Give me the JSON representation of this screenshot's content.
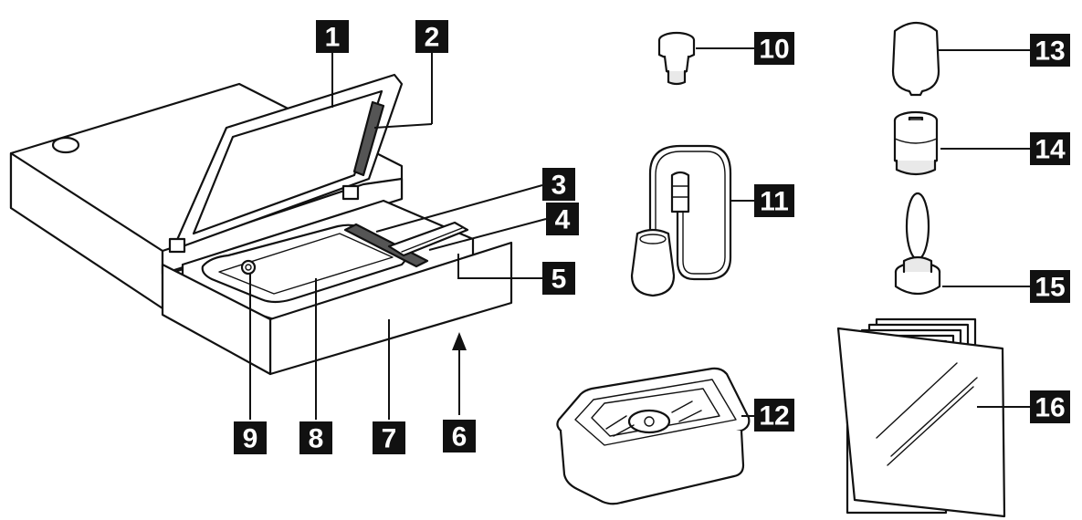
{
  "labels": {
    "l1": "1",
    "l2": "2",
    "l3": "3",
    "l4": "4",
    "l5": "5",
    "l6": "6",
    "l7": "7",
    "l8": "8",
    "l9": "9",
    "l10": "10",
    "l11": "11",
    "l12": "12",
    "l13": "13",
    "l14": "14",
    "l15": "15",
    "l16": "16"
  },
  "colors": {
    "label_box": "#111111",
    "label_text": "#ffffff",
    "line": "#111111",
    "background": "#ffffff"
  }
}
